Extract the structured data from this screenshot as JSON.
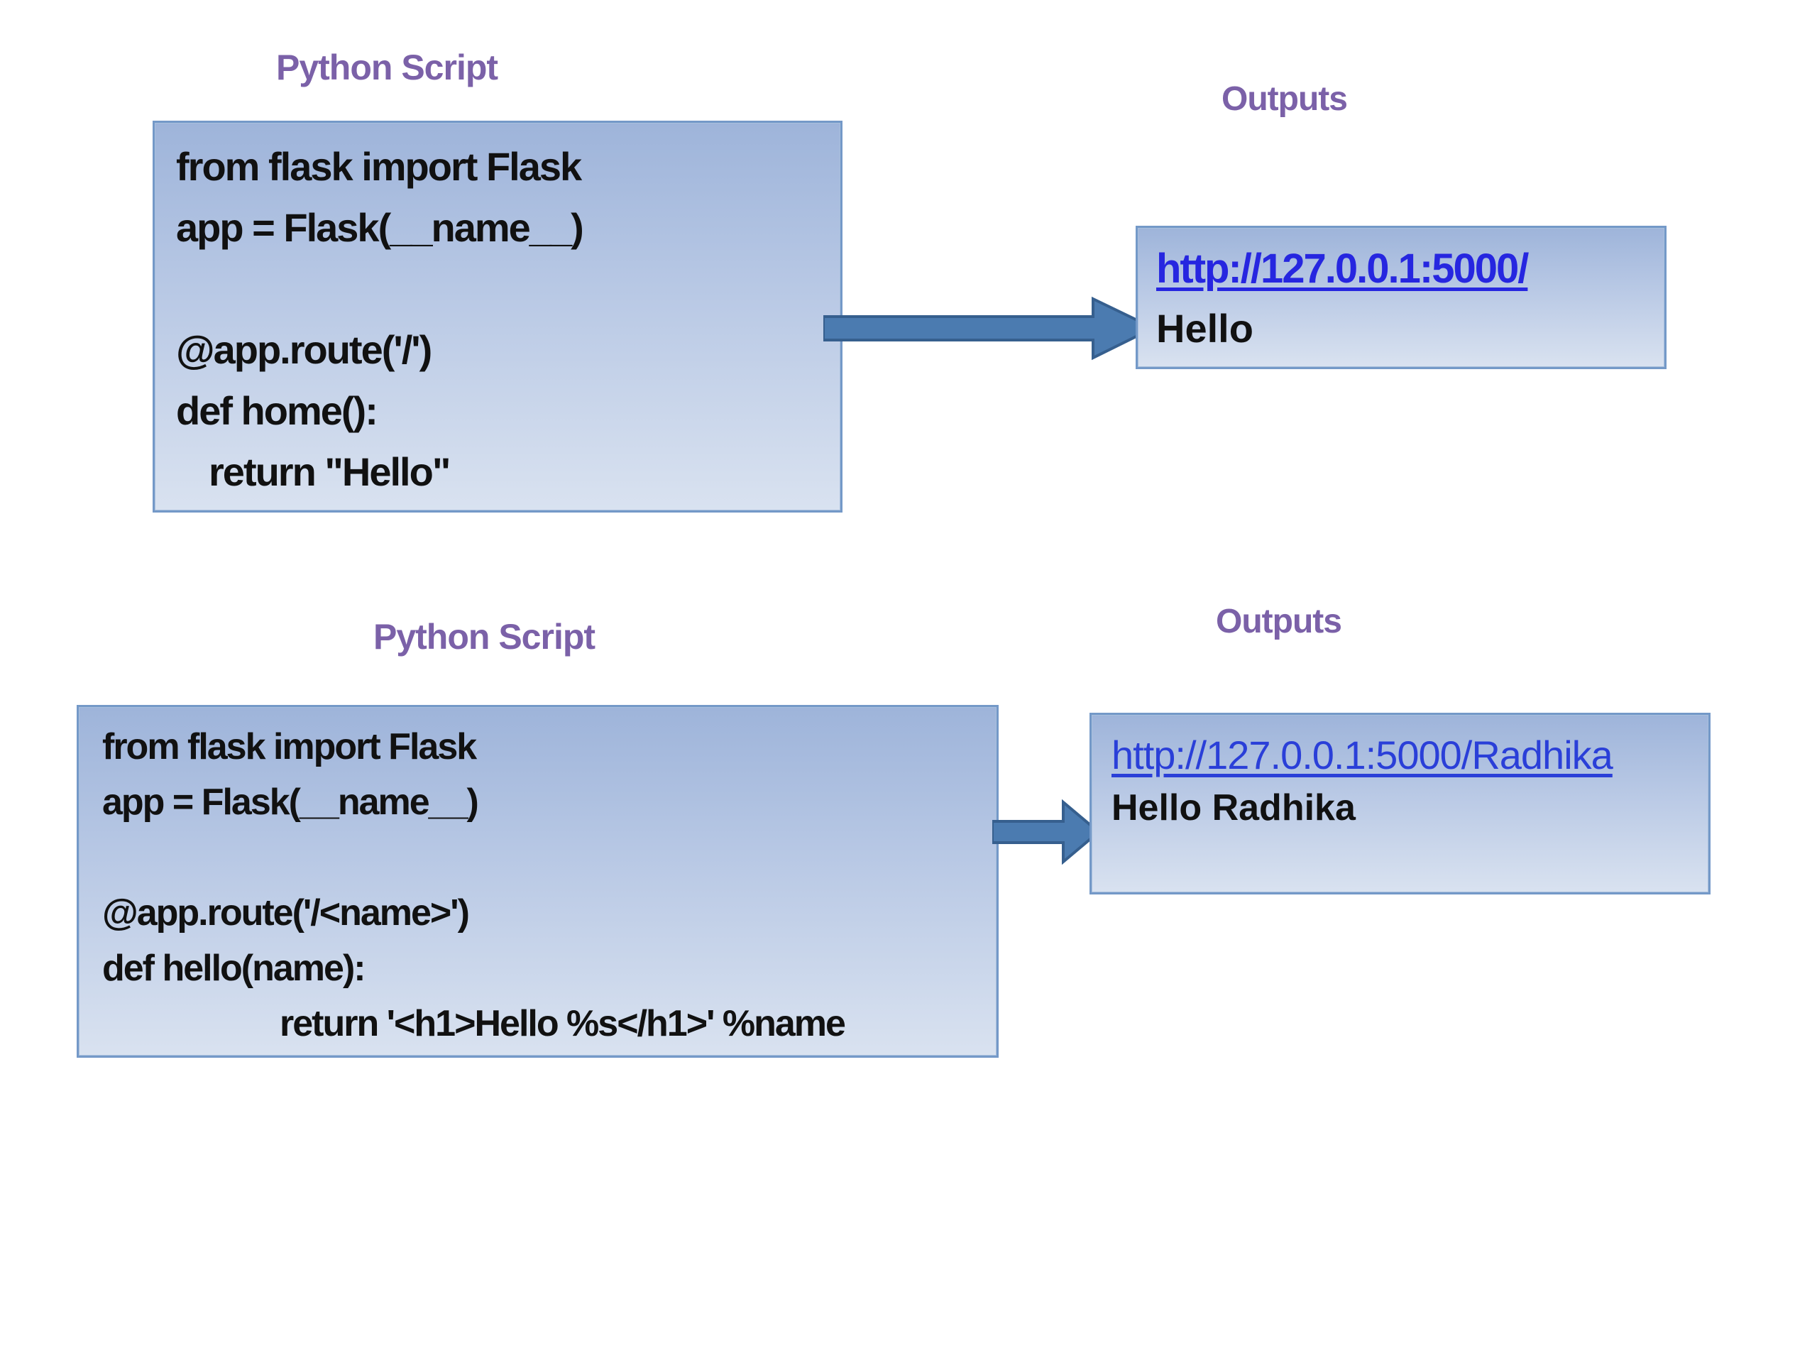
{
  "colors": {
    "title_purple": "#7b61a8",
    "url_blue_bold": "#2626e0",
    "url_blue_regular": "#2a3fd8",
    "code_text": "#111111",
    "panel_gradient_top": "#9eb4da",
    "panel_gradient_bottom": "#d9e2f0",
    "panel_border": "#7499c8",
    "arrow_fill": "#4b7bb0",
    "arrow_stroke": "#365f8e"
  },
  "section1": {
    "script_title": "Python Script",
    "outputs_title": "Outputs",
    "code_lines": [
      "from flask import Flask",
      "app = Flask(__name__)",
      "",
      "@app.route('/')",
      "def home():",
      "return \"Hello\""
    ],
    "output": {
      "url": "http://127.0.0.1:5000/",
      "body": "Hello"
    }
  },
  "section2": {
    "script_title": "Python Script",
    "outputs_title": "Outputs",
    "code_lines": [
      "from flask import Flask",
      "app = Flask(__name__)",
      "",
      "@app.route('/<name>')",
      "def hello(name):",
      "return '<h1>Hello %s</h1>' %name"
    ],
    "output": {
      "url": "http://127.0.0.1:5000/Radhika",
      "body": "Hello Radhika"
    }
  }
}
